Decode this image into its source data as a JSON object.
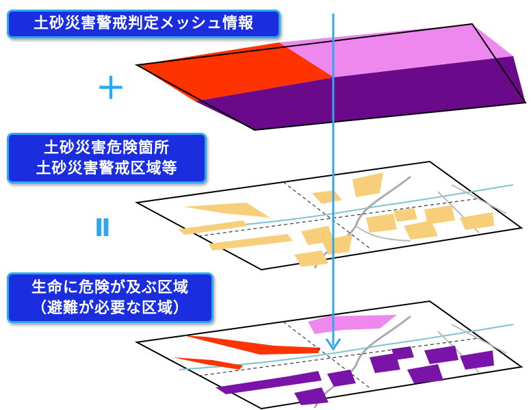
{
  "labels": {
    "mesh": "土砂災害警戒判定メッシュ情報",
    "hazard_line1": "土砂災害危険箇所",
    "hazard_line2": "土砂災害警戒区域等",
    "danger_line1": "生命に危険が及ぶ区域",
    "danger_line2": "（避難が必要な区域）"
  },
  "operators": {
    "plus": "＋",
    "equals": "Ⅱ"
  },
  "colors": {
    "label_bg": "#1a2ee0",
    "label_border": "#2aa8f0",
    "arrow": "#2aa8f0",
    "mesh_red": "#ff3300",
    "mesh_pink": "#ee88ee",
    "mesh_purple": "#6a0a8a",
    "hazard_area": "#f7cf7a",
    "road": "#aaaaaa",
    "river": "#7fc3cc"
  }
}
